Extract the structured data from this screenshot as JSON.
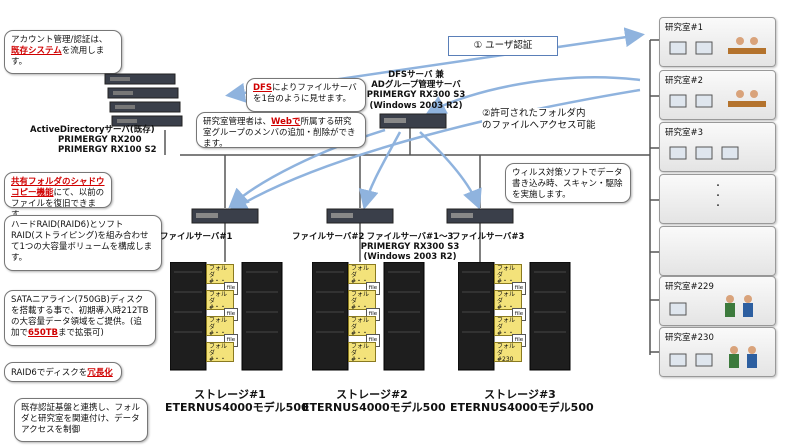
{
  "top_callouts": {
    "account": {
      "pre": "アカウント管理/認証は、",
      "red": "既存システム",
      "post": "を流用します。"
    },
    "dfs": {
      "red": "DFS",
      "post": "によりファイルサーバを1台のように見せます。"
    },
    "admin": {
      "pre": "研究室管理者は、",
      "red": "Webで",
      "post": "所属する研究室グループのメンバの追加・削除ができます。"
    }
  },
  "auth_box": {
    "label": "① ユーザ認証"
  },
  "access_label": {
    "line1": "②許可されたフォルダ内",
    "line2": "のファイルへアクセス可能"
  },
  "ad_server": {
    "line1": "ActiveDirectoryサーバ(既存)",
    "line2": "PRIMERGY RX200",
    "line3": "PRIMERGY RX100 S2"
  },
  "dfs_server": {
    "line1": "DFSサーバ 兼",
    "line2": "ADグループ管理サーバ",
    "line3": "PRIMERGY RX300 S3",
    "line4": "(Windows 2003 R2)"
  },
  "left_callouts": {
    "shadow": {
      "red": "共有フォルダのシャドウコピー機能",
      "post": "にて、以前のファイルを復旧できます。"
    },
    "raid": {
      "text": "ハードRAID(RAID6)とソフトRAID(ストライピング)を組み合わせて1つの大容量ボリュームを構成します。"
    },
    "sata": {
      "pre": "SATAニアライン(750GB)ディスクを搭載する事で、初期導入時212TBの大容量データ領域をご提供。(追加で",
      "red": "650TB",
      "post": "まで拡張可)"
    },
    "raid6": {
      "pre": "RAID6でディスクを",
      "red": "冗長化"
    },
    "auth_base": {
      "text": "既存認証基盤と連携し、フォルダと研究室を関連付け、データアクセスを制御"
    }
  },
  "virus_callout": {
    "text": "ウィルス対策ソフトでデータ書き込み時、スキャン・駆除を実施します。"
  },
  "file_servers": {
    "fs1": "ファイルサーバ#1",
    "fs2": "ファイルサーバ#2",
    "fs3": "ファイルサーバ#3",
    "group_line1": "ファイルサーバ#1～3",
    "group_line2": "PRIMERGY RX300 S3",
    "group_line3": "(Windows 2003 R2)"
  },
  "storages": [
    {
      "name": "ストレージ#1",
      "model": "ETERNUS4000モデル500"
    },
    {
      "name": "ストレージ#2",
      "model": "ETERNUS4000モデル500"
    },
    {
      "name": "ストレージ#3",
      "model": "ETERNUS4000モデル500"
    }
  ],
  "folder_label": {
    "line1": "フォルダ",
    "line2": "#・・",
    "file": "file",
    "special": "#230"
  },
  "labs": [
    {
      "name": "研究室#1"
    },
    {
      "name": "研究室#2"
    },
    {
      "name": "研究室#3"
    },
    {
      "name": ""
    },
    {
      "name": ""
    },
    {
      "name": "研究室#229"
    },
    {
      "name": "研究室#230"
    }
  ],
  "lab_dots": "・\n・\n・",
  "colors": {
    "network": "#555555",
    "arrow": "#8fb3de",
    "red": "#d00000",
    "folder": "#f3e27a"
  }
}
